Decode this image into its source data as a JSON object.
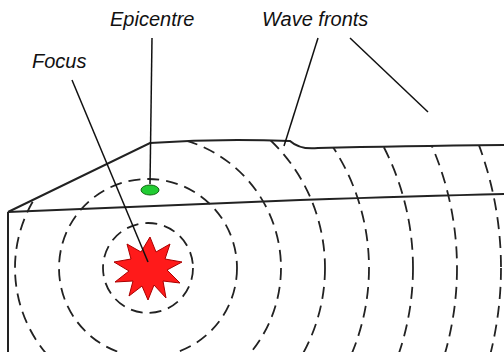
{
  "diagram": {
    "labels": [
      "Epicentre",
      "Wave fronts",
      "Focus"
    ]
  }
}
